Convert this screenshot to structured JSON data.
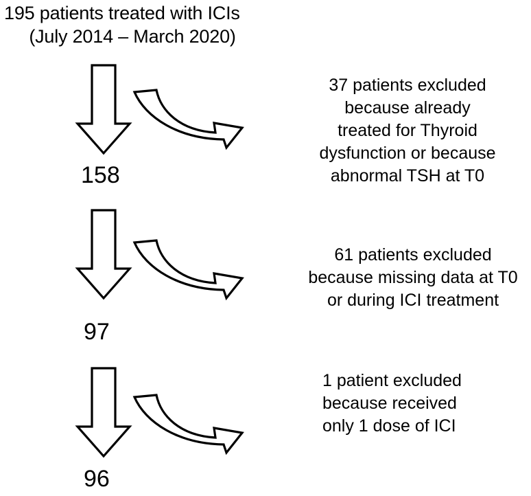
{
  "diagram": {
    "type": "patient-flow-chart",
    "title_lines": [
      "195 patients treated with ICIs",
      "(July 2014 – March 2020)"
    ],
    "stroke_color": "#000000",
    "fill_color": "#FFFFFF",
    "background_color": "#FFFFFF",
    "steps": [
      {
        "remaining_count": "158",
        "arrow_down_name": "down-arrow-icon",
        "arrow_curved_name": "curved-arrow-icon",
        "exclusion_lines": [
          "37 patients excluded",
          "because already",
          "treated  for  Thyroid",
          "dysfunction or because",
          "abnormal TSH at T0"
        ]
      },
      {
        "remaining_count": "97",
        "arrow_down_name": "down-arrow-icon",
        "arrow_curved_name": "curved-arrow-icon",
        "exclusion_lines": [
          "61 patients excluded",
          "because missing data at T0",
          "or during ICI treatment"
        ]
      },
      {
        "remaining_count": "96",
        "arrow_down_name": "down-arrow-icon",
        "arrow_curved_name": "curved-arrow-icon",
        "exclusion_lines": [
          "1 patient excluded",
          "because received",
          "only 1 dose of ICI"
        ]
      }
    ]
  }
}
